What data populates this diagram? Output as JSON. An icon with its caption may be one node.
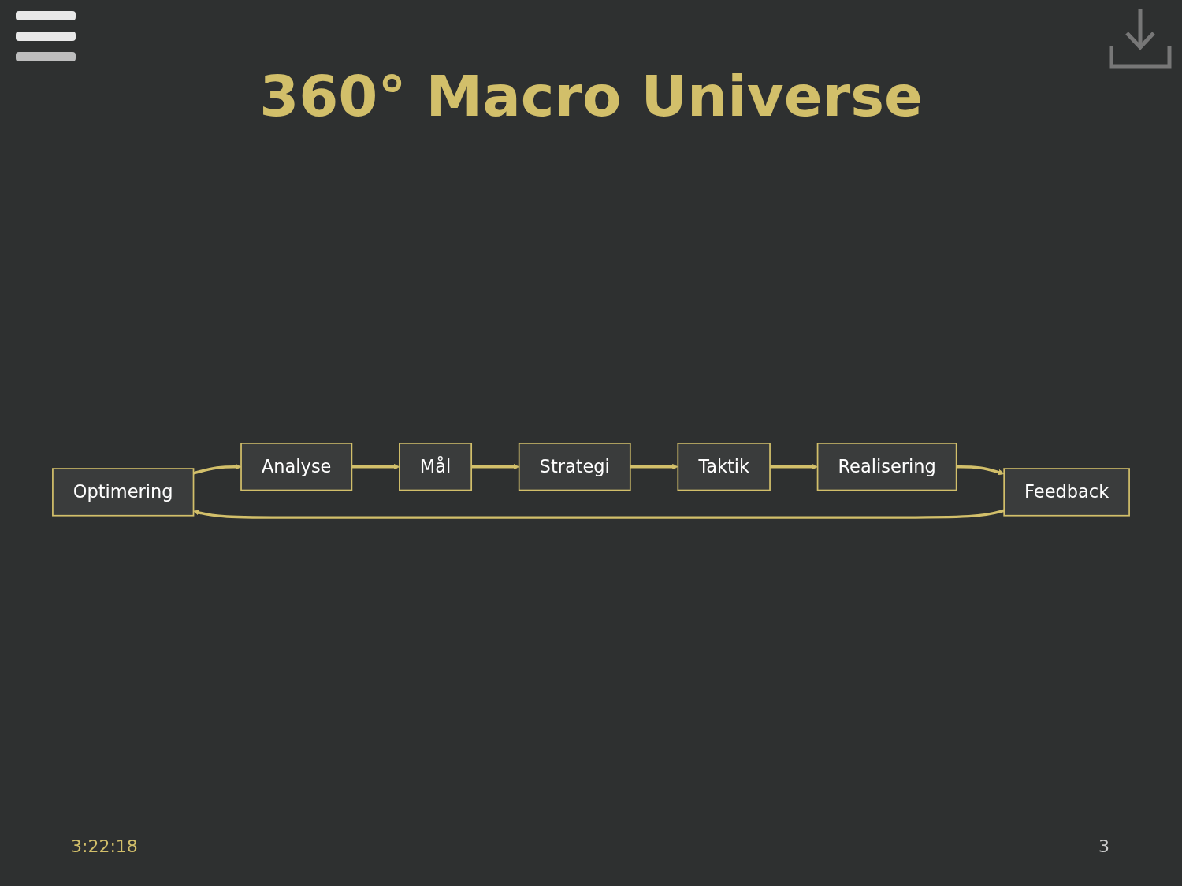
{
  "diagram": {
    "title": "360° Macro Universe",
    "nodes": [
      {
        "text": [
          "Optimering"
        ]
      },
      {
        "text": [
          "Analyse"
        ]
      },
      {
        "text": [
          "Mål"
        ]
      },
      {
        "text": [
          "Strategi"
        ]
      },
      {
        "text": [
          "Taktik"
        ]
      },
      {
        "text": [
          "Realisering"
        ]
      },
      {
        "text": [
          "Feedback"
        ]
      }
    ],
    "edges": [
      {
        "from": 0,
        "to": 1,
        "arrow": "to"
      },
      {
        "from": 1,
        "to": 2,
        "arrow": "to"
      },
      {
        "from": 2,
        "to": 3,
        "arrow": "to"
      },
      {
        "from": 3,
        "to": 4,
        "arrow": "to"
      },
      {
        "from": 4,
        "to": 5,
        "arrow": "to"
      },
      {
        "from": 5,
        "to": 6,
        "arrow": "to"
      },
      {
        "from": 6,
        "to": 0,
        "arrow": "to"
      }
    ],
    "labels": [
      "3:22:18",
      "3"
    ]
  }
}
